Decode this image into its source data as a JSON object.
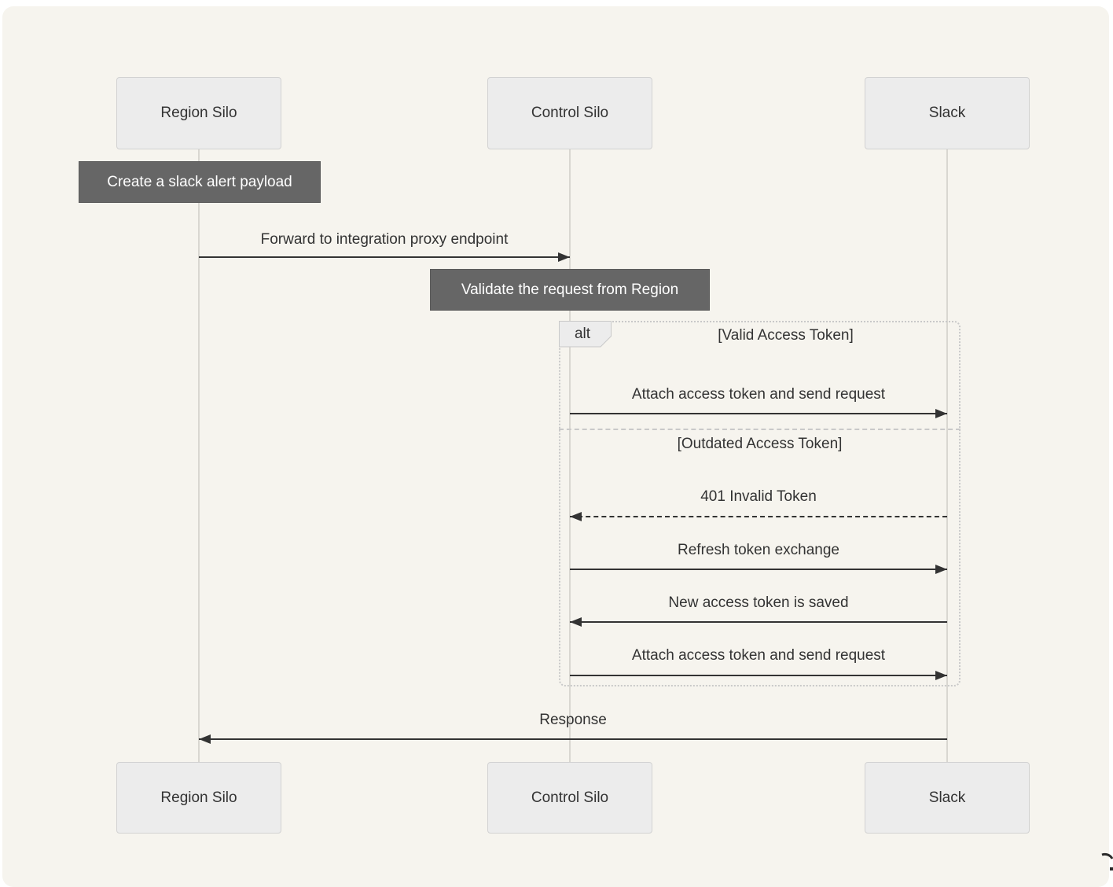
{
  "participants": [
    {
      "name": "Region Silo"
    },
    {
      "name": "Control Silo"
    },
    {
      "name": "Slack"
    }
  ],
  "notes": [
    {
      "text": "Create a slack alert payload",
      "over": "Region Silo"
    },
    {
      "text": "Validate the request from Region",
      "over": "Control Silo"
    }
  ],
  "messages": [
    {
      "text": "Forward to integration proxy endpoint",
      "from": "Region Silo",
      "to": "Control Silo",
      "line": "solid"
    },
    {
      "text": "Attach access token and send request",
      "from": "Control Silo",
      "to": "Slack",
      "line": "solid"
    },
    {
      "text": "401 Invalid Token",
      "from": "Slack",
      "to": "Control Silo",
      "line": "dashed"
    },
    {
      "text": "Refresh token exchange",
      "from": "Control Silo",
      "to": "Slack",
      "line": "solid"
    },
    {
      "text": "New access token is saved",
      "from": "Slack",
      "to": "Control Silo",
      "line": "solid"
    },
    {
      "text": "Attach access token and send request",
      "from": "Control Silo",
      "to": "Slack",
      "line": "solid"
    },
    {
      "text": "Response",
      "from": "Slack",
      "to": "Region Silo",
      "line": "solid"
    }
  ],
  "alt_block": {
    "label": "alt",
    "branches": [
      "[Valid Access Token]",
      "[Outdated Access Token]"
    ]
  },
  "colors": {
    "canvas_bg": "#f6f4ee",
    "actor_bg": "#ececec",
    "actor_border": "#d2d2d2",
    "note_bg": "#666666",
    "note_text": "#ffffff",
    "line_color": "#333333",
    "text_color": "#333333",
    "frame_border": "#c9c9c9",
    "lifeline": "#d9d7d1"
  }
}
